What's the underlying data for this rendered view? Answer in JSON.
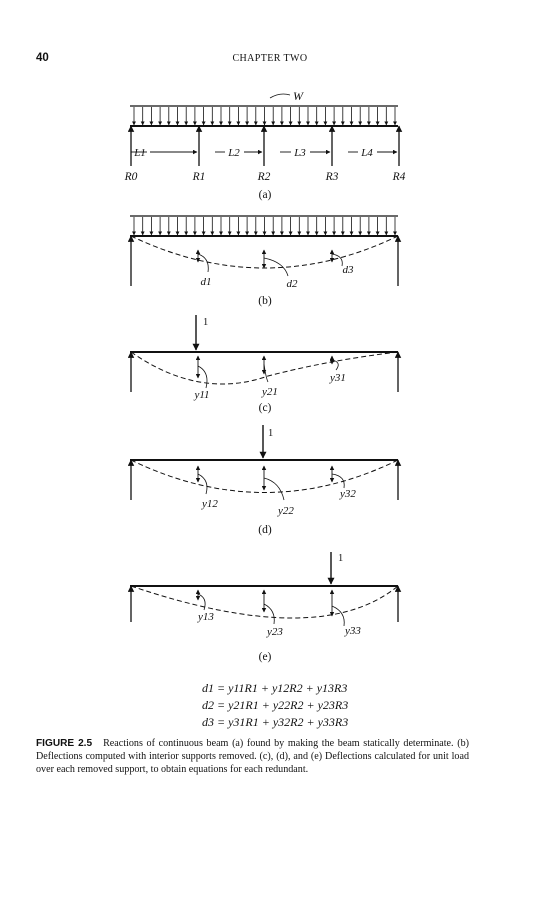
{
  "page": {
    "number": "40",
    "chapter": "CHAPTER TWO"
  },
  "figure": {
    "load_label": "W",
    "spans": [
      "L1",
      "L2",
      "L3",
      "L4"
    ],
    "reactions": [
      "R0",
      "R1",
      "R2",
      "R3",
      "R4"
    ],
    "panels": {
      "a": "(a)",
      "b": "(b)",
      "c": "(c)",
      "d": "(d)",
      "e": "(e)"
    },
    "deflections_b": [
      "d1",
      "d2",
      "d3"
    ],
    "unit_load": "1",
    "deflections_c": [
      "y11",
      "y21",
      "y31"
    ],
    "deflections_d": [
      "y12",
      "y22",
      "y32"
    ],
    "deflections_e": [
      "y13",
      "y23",
      "y33"
    ]
  },
  "equations": [
    "d1 = y11R1 + y12R2 + y13R3",
    "d2 = y21R1 + y22R2 + y23R3",
    "d3 = y31R1 + y32R2 + y33R3"
  ],
  "caption": {
    "label": "FIGURE 2.5",
    "text": "Reactions of continuous beam (a) found by making the beam statically determinate. (b) Deflections computed with interior supports removed. (c), (d), and (e) Deflections calculated for unit load over each removed support, to obtain equations for each redundant."
  }
}
